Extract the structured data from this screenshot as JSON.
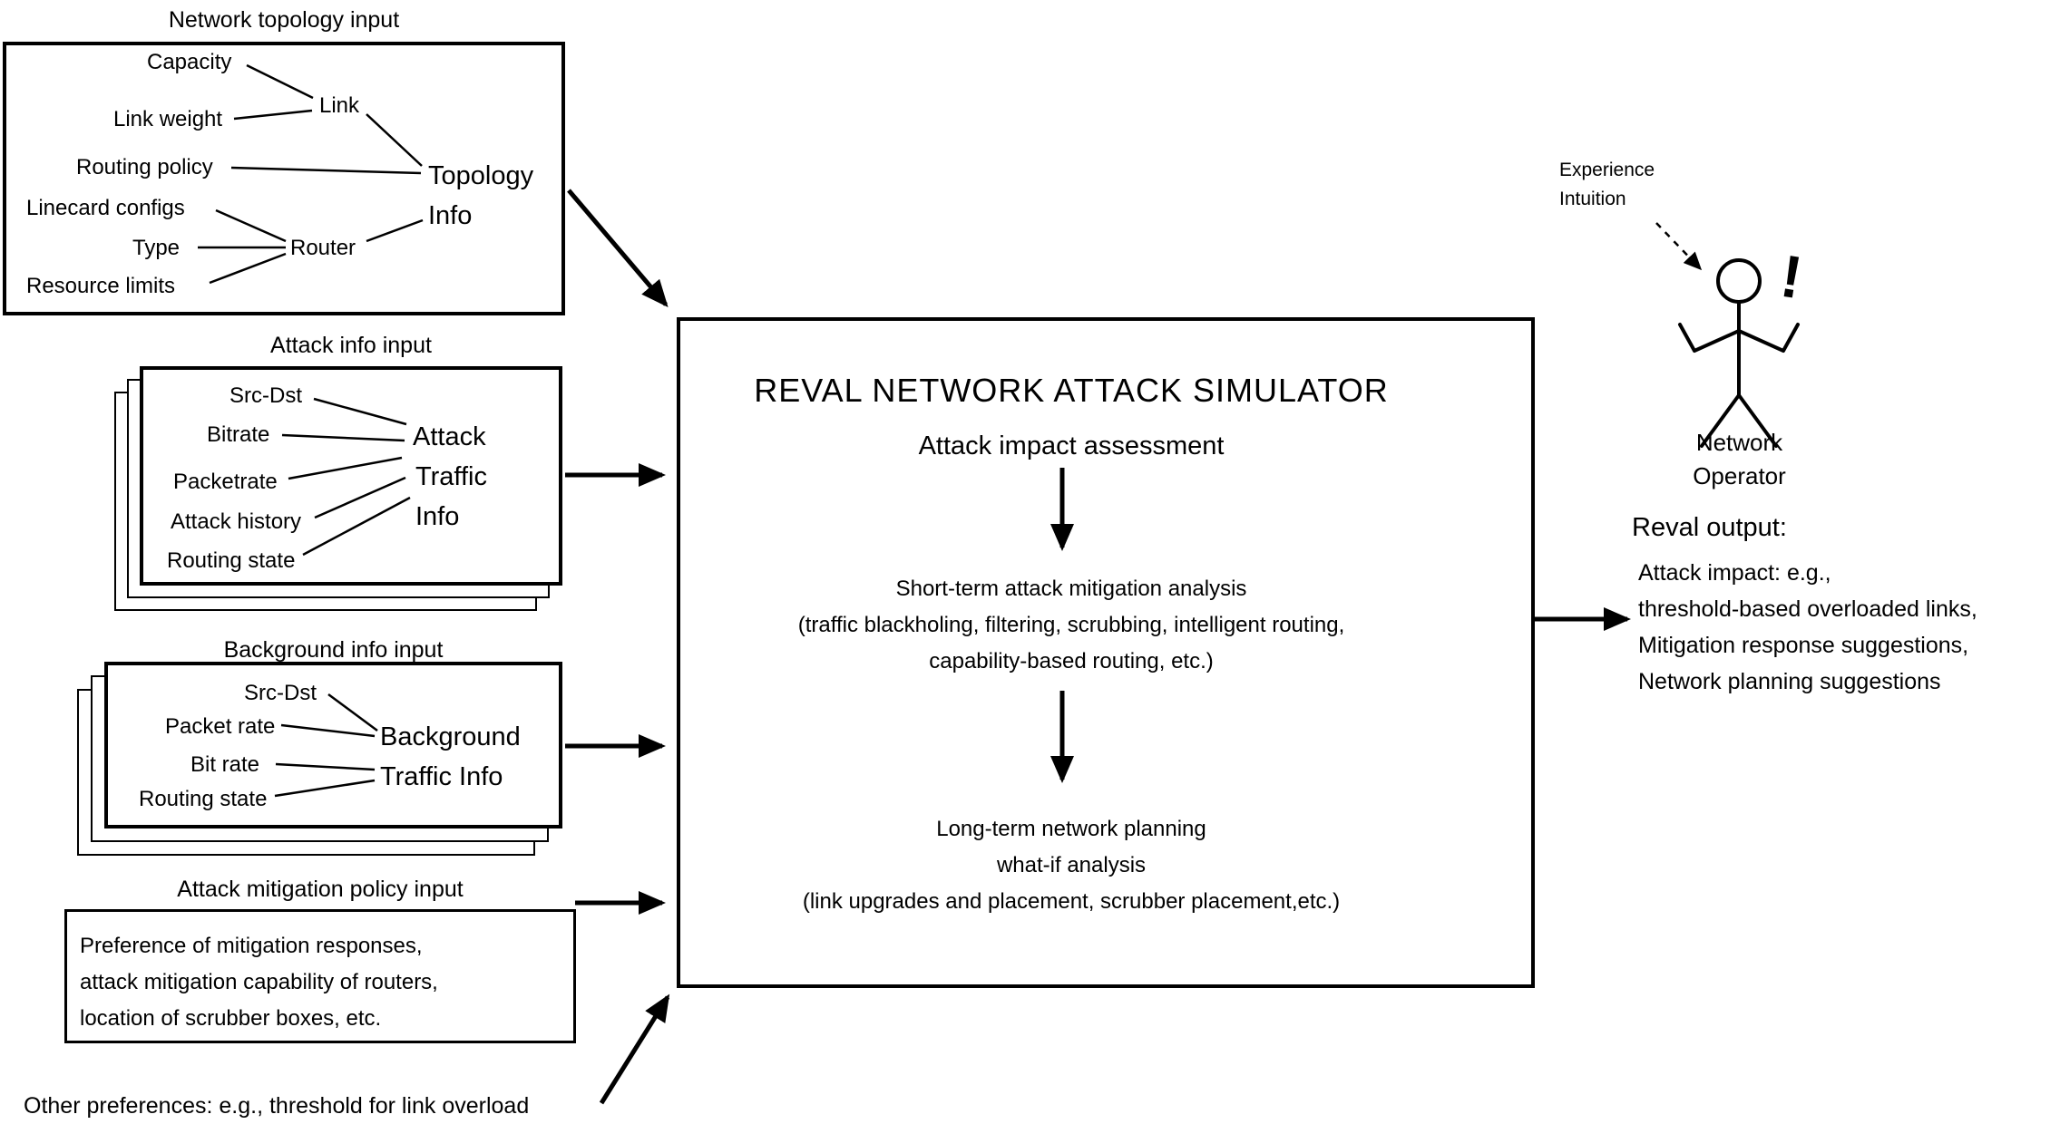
{
  "colors": {
    "ink": "#000000",
    "background": "#ffffff"
  },
  "topology_input": {
    "title": "Network topology input",
    "leaves": [
      "Capacity",
      "Link weight",
      "Routing policy",
      "Linecard configs",
      "Type",
      "Resource limits"
    ],
    "link_node": "Link",
    "router_node": "Router",
    "root": [
      "Topology",
      "Info"
    ]
  },
  "attack_input": {
    "title": "Attack info input",
    "leaves": [
      "Src-Dst",
      "Bitrate",
      "Packetrate",
      "Attack history",
      "Routing state"
    ],
    "root": [
      "Attack",
      "Traffic",
      "Info"
    ]
  },
  "background_input": {
    "title": "Background info input",
    "leaves": [
      "Src-Dst",
      "Packet rate",
      "Bit rate",
      "Routing state"
    ],
    "root": [
      "Background",
      "Traffic Info"
    ]
  },
  "mitigation_input": {
    "title": "Attack mitigation policy input",
    "lines": [
      "Preference of mitigation responses,",
      "attack mitigation capability of routers,",
      "location of scrubber boxes, etc."
    ]
  },
  "other_preferences": "Other preferences: e.g., threshold for link overload",
  "simulator": {
    "title": "REVAL NETWORK ATTACK SIMULATOR",
    "assessment": "Attack impact assessment",
    "short_term": [
      "Short-term attack mitigation analysis",
      "(traffic blackholing, filtering, scrubbing, intelligent routing,",
      "capability-based routing, etc.)"
    ],
    "long_term": [
      "Long-term network planning",
      "what-if analysis",
      "(link upgrades and placement, scrubber placement,etc.)"
    ]
  },
  "operator": {
    "annotation": [
      "Experience",
      "Intuition"
    ],
    "exclamation": "!",
    "label": [
      "Network",
      "Operator"
    ]
  },
  "reval_output": {
    "title": "Reval output:",
    "lines": [
      "Attack impact: e.g.,",
      "threshold-based overloaded links,",
      "Mitigation response suggestions,",
      "Network planning suggestions"
    ]
  }
}
